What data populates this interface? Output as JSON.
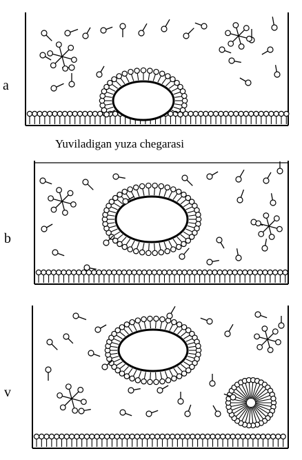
{
  "figure": {
    "panels": [
      {
        "letter": "a",
        "caption": "Yuviladigan yuza chegarasi"
      },
      {
        "letter": "b",
        "caption": ""
      },
      {
        "letter": "v",
        "caption": ""
      }
    ]
  }
}
